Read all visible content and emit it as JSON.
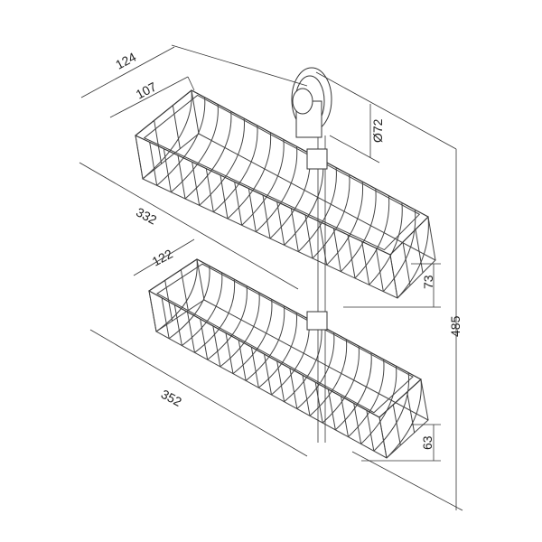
{
  "drawing": {
    "title": "Two-tier shower caddy with suction cup",
    "dimensions": {
      "top_depth_outer": "124",
      "top_depth_inner": "107",
      "suction_diameter": "Ø72",
      "top_length": "332",
      "bottom_depth": "122",
      "top_height": "73",
      "total_height": "485",
      "bottom_length": "352",
      "bottom_height": "63"
    }
  }
}
